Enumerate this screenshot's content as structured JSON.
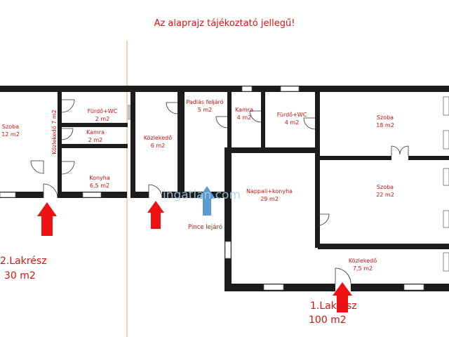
{
  "notice": "Az alaprajz tájékoztató jellegű!",
  "watermark": "ingatlan.com",
  "units": {
    "part1_label": "1.Lakrész",
    "part1_area": "100 m2",
    "part2_label": "2.Lakrész",
    "part2_area": "30 m2"
  },
  "cellar_access_label": "Pince lejáró",
  "rooms": [
    {
      "name": "Szoba",
      "area": "12 m2"
    },
    {
      "name": "Közlekedő 7 m2",
      "area": ""
    },
    {
      "name": "Fürdő+WC",
      "area": "2 m2"
    },
    {
      "name": "Kamra",
      "area": "2 m2"
    },
    {
      "name": "Konyha",
      "area": "6,5 m2"
    },
    {
      "name": "Közlekedő",
      "area": "6 m2"
    },
    {
      "name": "Padlás feljáró",
      "area": "5 m2"
    },
    {
      "name": "Kamra",
      "area": "4 m2"
    },
    {
      "name": "Fürdő+WC",
      "area": "4 m2"
    },
    {
      "name": "Szoba",
      "area": "18 m2"
    },
    {
      "name": "Szoba",
      "area": "22 m2"
    },
    {
      "name": "Nappali+konyha",
      "area": "29 m2"
    },
    {
      "name": "Közlekedő",
      "area": "7,5 m2"
    }
  ],
  "colors": {
    "wall": "#1c1c1c",
    "text": "#cc1111",
    "entrance_arrow": "#ee1111",
    "cellar_arrow": "#5b9bd5",
    "divider": "#e8a060"
  }
}
